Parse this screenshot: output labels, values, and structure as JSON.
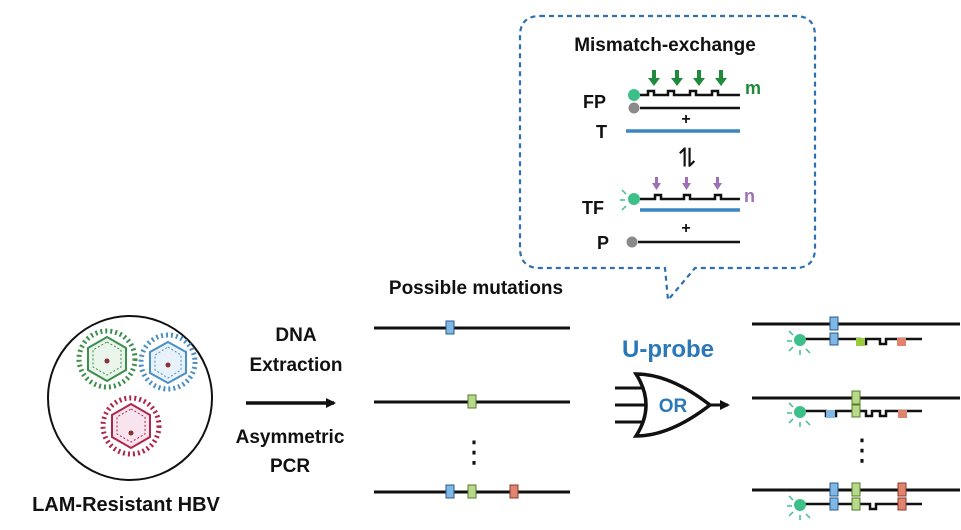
{
  "labels": {
    "mismatch_title": "Mismatch-exchange",
    "fp": "FP",
    "t": "T",
    "tf": "TF",
    "p": "P",
    "m": "m",
    "n": "n",
    "plus": "+",
    "equilibrium": "⇌",
    "possible_mutations": "Possible mutations",
    "dna": "DNA",
    "extraction": "Extraction",
    "asymmetric": "Asymmetric",
    "pcr": "PCR",
    "u_probe": "U-probe",
    "or_gate": "OR",
    "lam_resistant": "LAM-Resistant HBV",
    "ellipsis": "⋮"
  },
  "colors": {
    "blue_strand": "#3a86c0",
    "green_arrow": "#1e8a3a",
    "purple_arrow": "#9d6fb6",
    "fluor_green": "#3dbf8a",
    "quencher_gray": "#8a8a8a",
    "callout_border": "#2e6fb0",
    "mut_blue": "#7fb7e6",
    "mut_green": "#b8d98a",
    "mut_red": "#e0836f",
    "mut_lime": "#9ccc3c",
    "virus_green": "#3c8f4c",
    "virus_blue": "#4d8fc4",
    "virus_red": "#b0264a",
    "text_blue": "#2a78b8"
  }
}
